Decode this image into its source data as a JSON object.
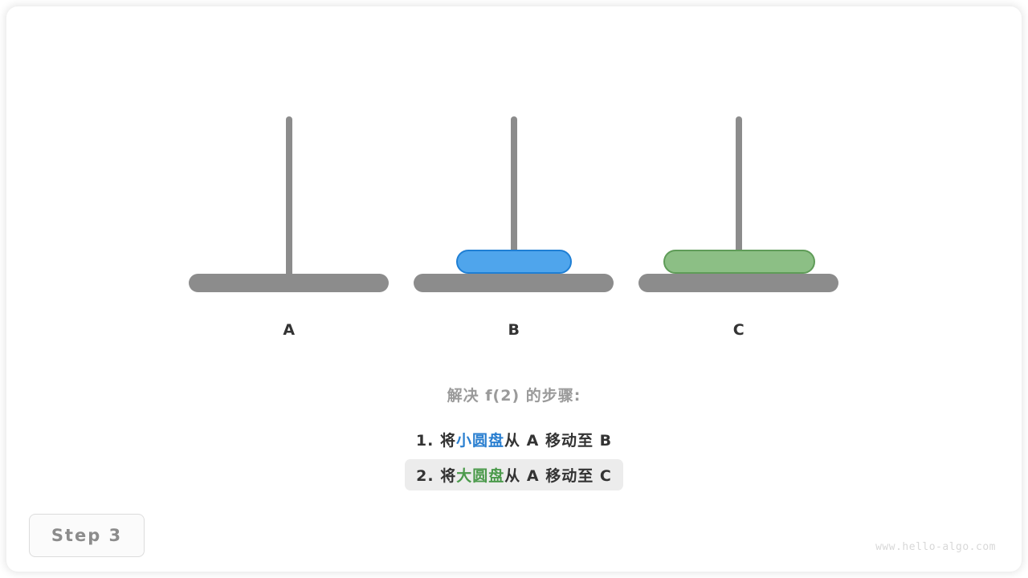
{
  "diagram": {
    "title_caption": "解决 f(2) 的步骤:",
    "watermark": "www.hello-algo.com",
    "step_badge_label": "Step 3",
    "colors": {
      "peg": "#8c8c8c",
      "base": "#8c8c8c",
      "small_disk_fill": "#4fa5ec",
      "small_disk_border": "#1f7fd4",
      "large_disk_fill": "#8cbf85",
      "large_disk_border": "#5f9c58",
      "highlight_row_bg": "#ececec",
      "caption_text": "#9a9a9a",
      "label_text": "#333333",
      "blue_text": "#2a7fd0",
      "green_text": "#4b9a4b",
      "watermark_text": "#d8d8d8"
    }
  },
  "towers": [
    {
      "label": "A",
      "disks": []
    },
    {
      "label": "B",
      "disks": [
        {
          "size": "small",
          "name": "小圆盘"
        }
      ]
    },
    {
      "label": "C",
      "disks": [
        {
          "size": "large",
          "name": "大圆盘"
        }
      ]
    }
  ],
  "steps": [
    {
      "number": "1.",
      "verb": "将",
      "disk": "小圆盘",
      "disk_color": "blue",
      "from_word": "从",
      "from": "A",
      "move_word": "移动至",
      "to": "B",
      "highlighted": false
    },
    {
      "number": "2.",
      "verb": "将",
      "disk": "大圆盘",
      "disk_color": "green",
      "from_word": "从",
      "from": "A",
      "move_word": "移动至",
      "to": "C",
      "highlighted": true
    }
  ]
}
